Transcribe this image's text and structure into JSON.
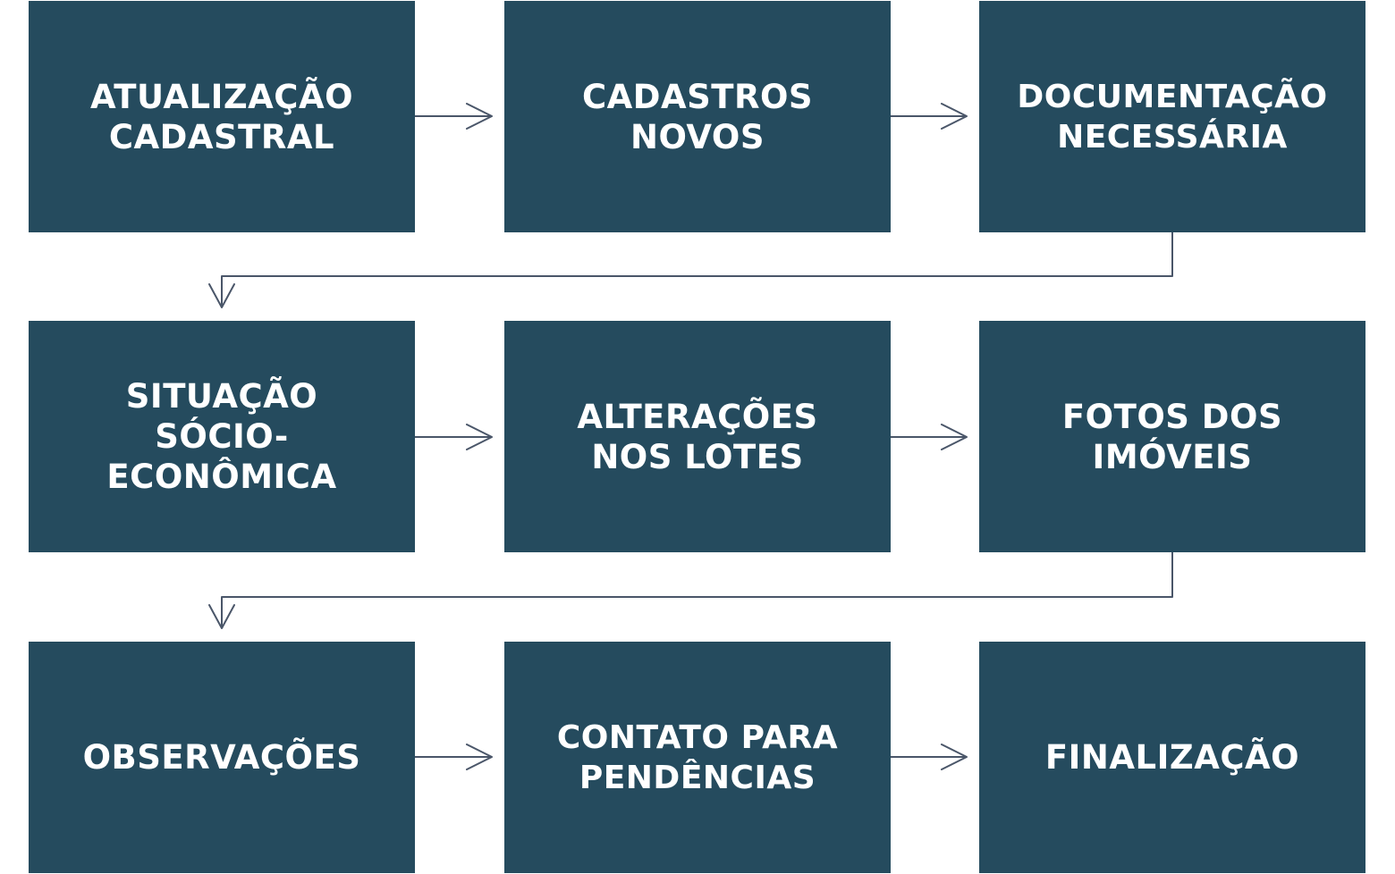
{
  "colors": {
    "box_fill": "#254b5e",
    "box_text": "#ffffff",
    "connector": "#4a5669",
    "background": "#ffffff"
  },
  "steps": [
    {
      "label": "ATUALIZAÇÃO\nCADASTRAL"
    },
    {
      "label": "CADASTROS\nNOVOS"
    },
    {
      "label": "DOCUMENTAÇÃO\nNECESSÁRIA"
    },
    {
      "label": "SITUAÇÃO\nSÓCIO-\nECONÔMICA"
    },
    {
      "label": "ALTERAÇÕES\nNOS LOTES"
    },
    {
      "label": "FOTOS DOS\nIMÓVEIS"
    },
    {
      "label": "OBSERVAÇÕES"
    },
    {
      "label": "CONTATO PARA\nPENDÊNCIAS"
    },
    {
      "label": "FINALIZAÇÃO"
    }
  ],
  "flow": [
    [
      1,
      2
    ],
    [
      2,
      3
    ],
    [
      3,
      4
    ],
    [
      4,
      5
    ],
    [
      5,
      6
    ],
    [
      6,
      7
    ],
    [
      7,
      8
    ],
    [
      8,
      9
    ]
  ]
}
